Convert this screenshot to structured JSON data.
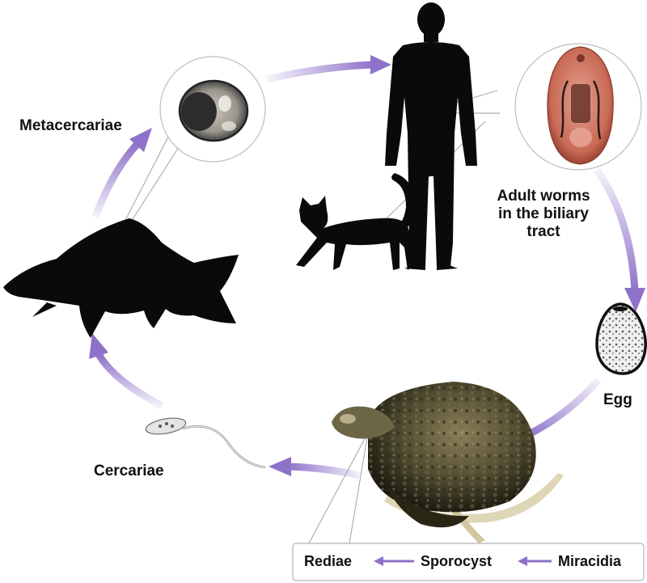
{
  "stages": {
    "metacercariae": "Metacercariae",
    "adult_worms_line1": "Adult worms",
    "adult_worms_line2": "in the biliary",
    "adult_worms_line3": "tract",
    "egg": "Egg",
    "cercariae": "Cercariae"
  },
  "snail_box": {
    "rediae": "Rediae",
    "sporocyst": "Sporocyst",
    "miracidia": "Miracidia"
  },
  "colors": {
    "arrow": "#8e72c9",
    "silhouette": "#0a0a0a",
    "worm": "#c96a55",
    "snail_shell": "#4e4a30",
    "text": "#111111"
  },
  "icons": [
    "human-silhouette-icon",
    "cat-silhouette-icon",
    "fish-silhouette-icon",
    "snail-icon",
    "egg-icon",
    "cercaria-icon",
    "metacercaria-icon",
    "adult-worm-icon"
  ]
}
